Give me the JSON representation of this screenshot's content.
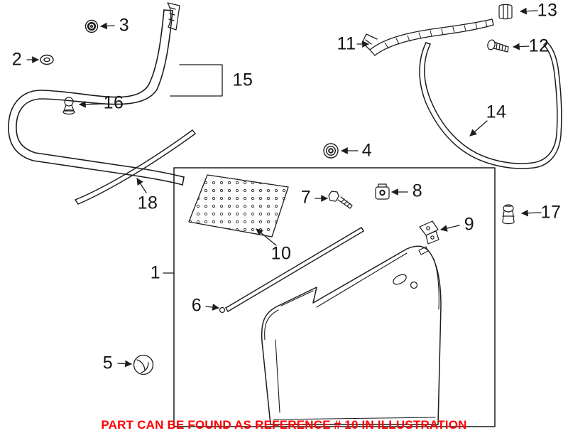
{
  "page": {
    "background": "#ffffff"
  },
  "diagram": {
    "line_color": "#1c1c1c"
  },
  "callout_labels": [
    "1",
    "2",
    "3",
    "4",
    "5",
    "6",
    "7",
    "8",
    "9",
    "10",
    "11",
    "12",
    "13",
    "14",
    "15",
    "16",
    "17",
    "18"
  ],
  "note": {
    "text": "PART CAN BE FOUND AS REFERENCE # 10 IN ILLUSTRATION",
    "color": "#FF0000"
  }
}
